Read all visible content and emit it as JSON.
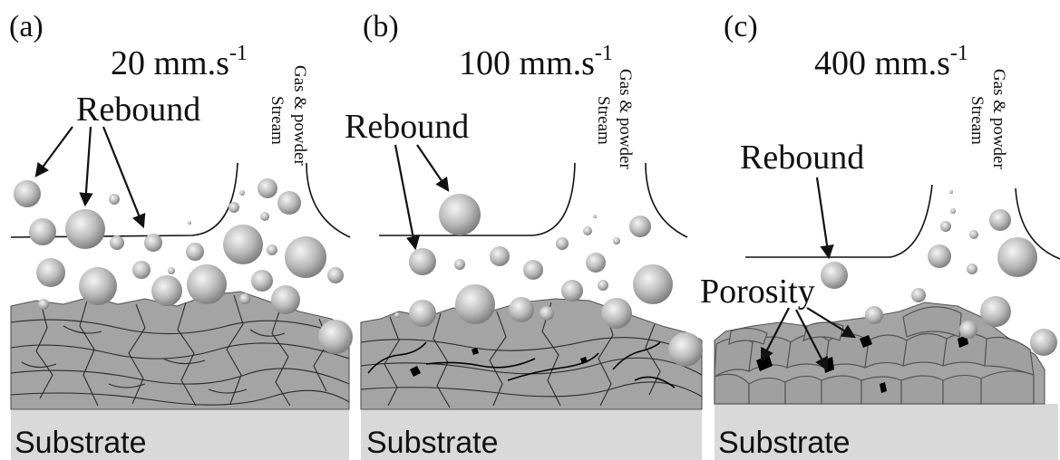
{
  "panels": [
    {
      "letter": "(a)",
      "speed": "20 mm.s",
      "speed_exp": "-1",
      "rebound_label": "Rebound",
      "gas_label_line1": "Gas & powder",
      "gas_label_line2": "Stream",
      "substrate_label": "Substrate"
    },
    {
      "letter": "(b)",
      "speed": "100 mm.s",
      "speed_exp": "-1",
      "rebound_label": "Rebound",
      "gas_label_line1": "Gas & powder",
      "gas_label_line2": "Stream",
      "substrate_label": "Substrate"
    },
    {
      "letter": "(c)",
      "speed": "400 mm.s",
      "speed_exp": "-1",
      "rebound_label": "Rebound",
      "porosity_label": "Porosity",
      "gas_label_line1": "Gas & powder",
      "gas_label_line2": "Stream",
      "substrate_label": "Substrate"
    }
  ],
  "colors": {
    "substrate": "#d9d9d9",
    "coating": "#a4a4a4",
    "particle": "#bdbdbd",
    "porosity": "#000000"
  }
}
